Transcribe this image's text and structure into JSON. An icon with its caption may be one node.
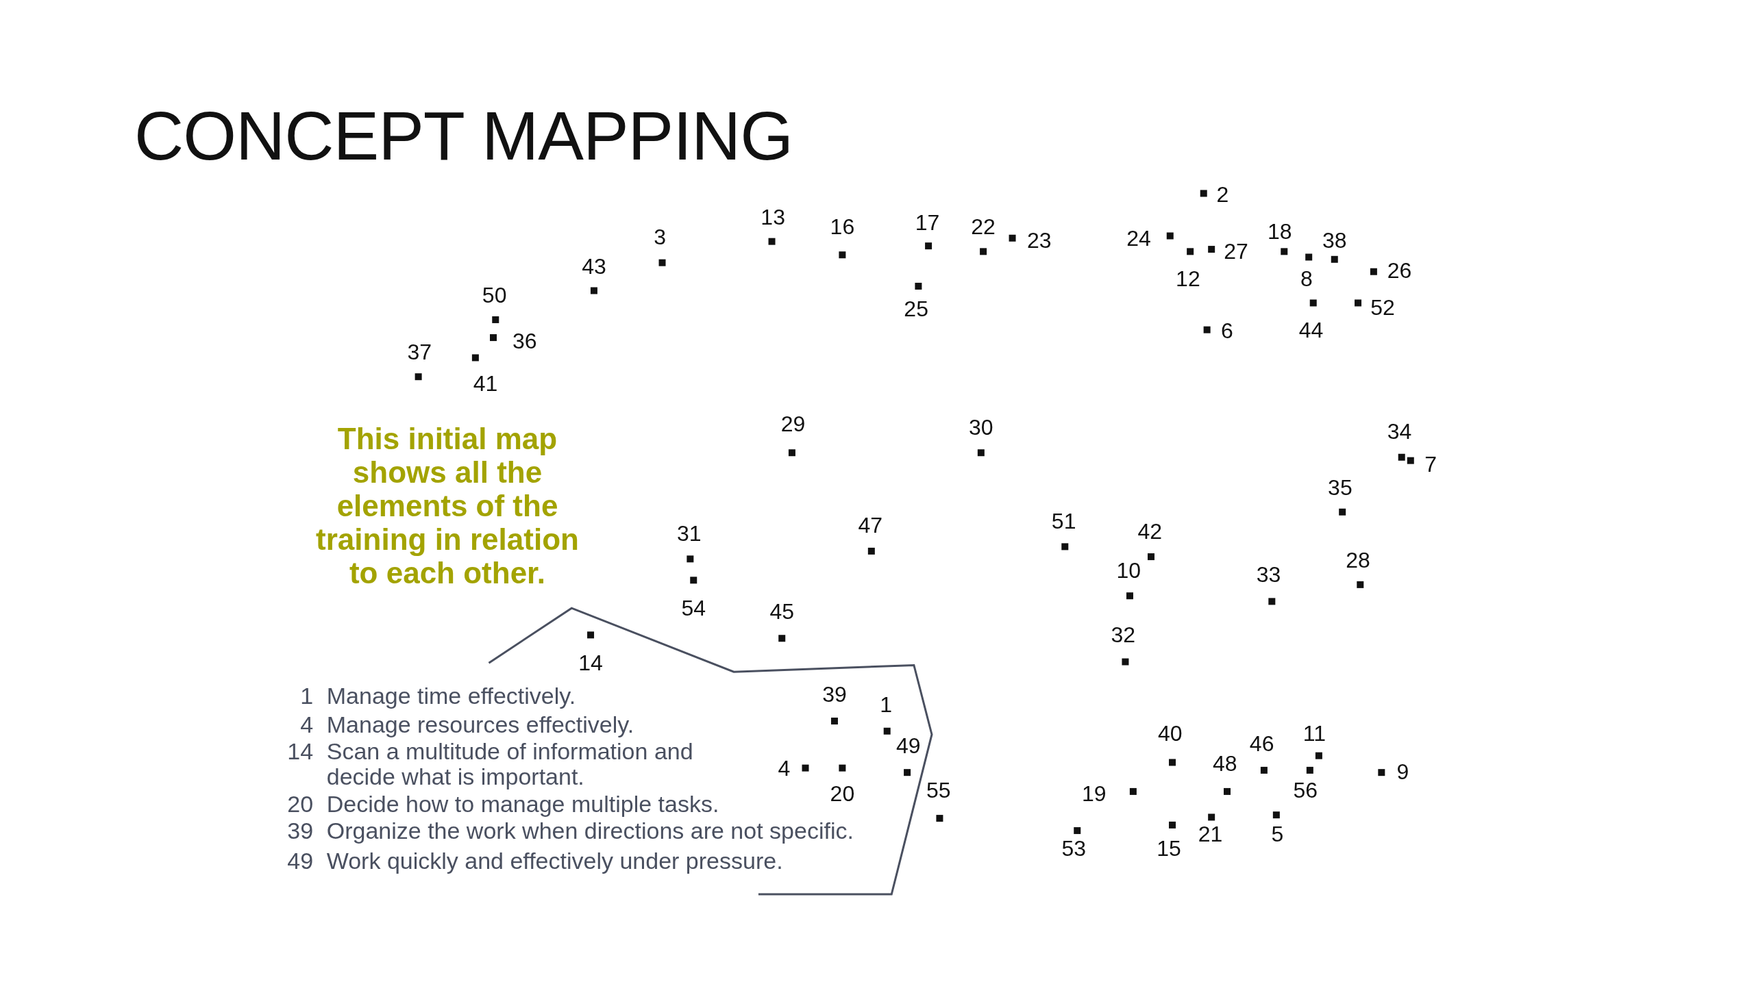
{
  "diagram": {
    "title": "CONCEPT MAPPING",
    "labels": [
      "2",
      "13",
      "17",
      "16",
      "22",
      "18",
      "3",
      "24",
      "23",
      "38",
      "27",
      "43",
      "26",
      "12",
      "8",
      "50",
      "52",
      "25",
      "44",
      "6",
      "36",
      "37",
      "41",
      "29",
      "30",
      "34",
      "7",
      "35",
      "51",
      "47",
      "42",
      "31",
      "28",
      "10",
      "33",
      "54",
      "45",
      "32",
      "14",
      "39",
      "1",
      "40",
      "11",
      "46",
      "49",
      "48",
      "4",
      "9",
      "55",
      "56",
      "19",
      "20",
      "21",
      "5",
      "53",
      "15",
      "This initial map shows all the elements of the training in relation to each other.",
      "1",
      "Manage time effectively.",
      "4",
      "Manage resources effectively.",
      "14",
      "Scan a multitude of information and decide what is important.",
      "20",
      "Decide how to manage multiple tasks.",
      "39",
      "Organize the work when directions are not specific.",
      "49",
      "Work quickly and effectively under pressure."
    ]
  }
}
